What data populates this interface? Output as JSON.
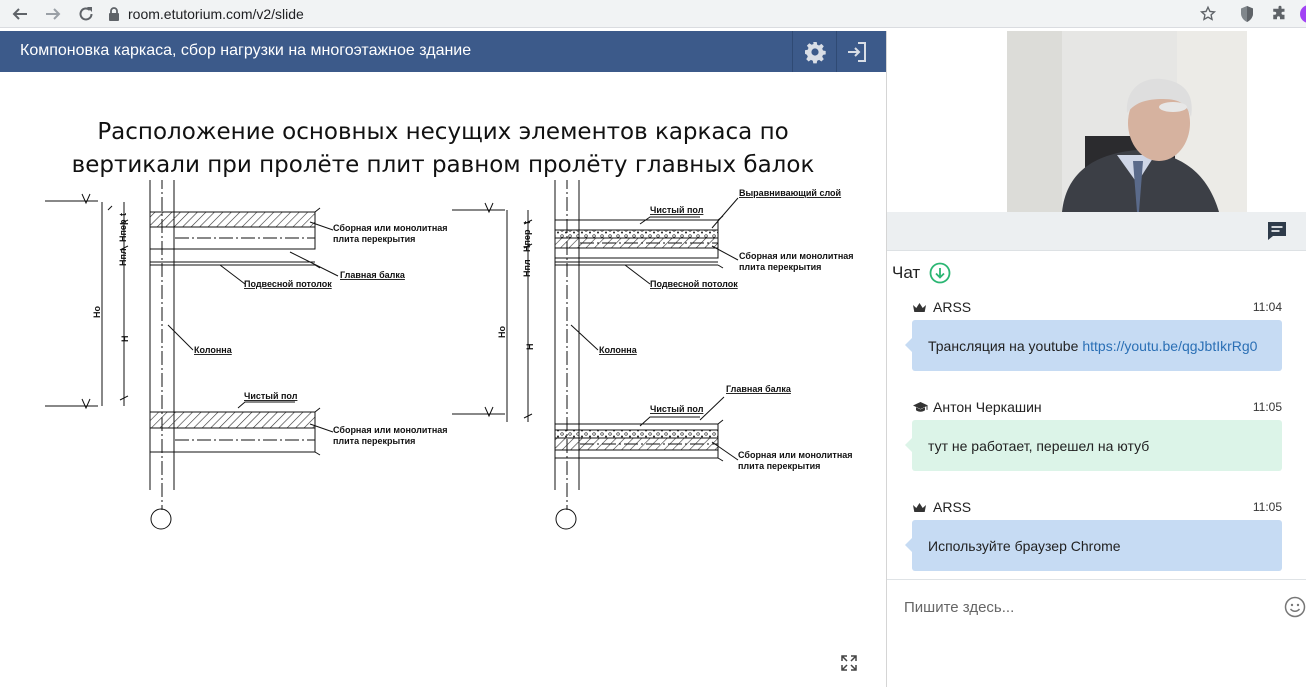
{
  "browser": {
    "url": "room.etutorium.com/v2/slide"
  },
  "topbar": {
    "title": "Компоновка каркаса, сбор нагрузки на многоэтажное здание"
  },
  "slide": {
    "title_line1": "Расположение основных несущих элементов каркаса по",
    "title_line2": "вертикали при пролёте плит равном пролёту главных балок",
    "left": {
      "dims": [
        "Ho",
        "Hпл",
        "Hпер",
        "t",
        "H"
      ],
      "labels": [
        "Сборная или монолитная",
        "плита перекрытия",
        "Главная балка",
        "Подвесной потолок",
        "Колонна",
        "Чистый пол",
        "Сборная или монолитная",
        "плита перекрытия"
      ]
    },
    "right": {
      "dims": [
        "Ho",
        "Hпл",
        "Hпер",
        "t",
        "H"
      ],
      "labels": [
        "Чистый пол",
        "Выравнивающий слой",
        "Сборная или монолитная",
        "плита перекрытия",
        "Подвесной потолок",
        "Колонна",
        "Чистый пол",
        "Главная балка",
        "Сборная или монолитная",
        "плита перекрытия"
      ]
    }
  },
  "chat": {
    "heading": "Чат",
    "messages": [
      {
        "author": "ARSS",
        "role_icon": "crown-icon",
        "time": "11:04",
        "text": "Трансляция на youtube",
        "link": "https://youtu.be/qgJbtIkrRg0",
        "color": "#c6dbf3"
      },
      {
        "author": "Антон Черкашин",
        "role_icon": "graduation-cap-icon",
        "time": "11:05",
        "text": "тут не работает, перешел на ютуб",
        "link": "",
        "color": "#dcf4e8"
      },
      {
        "author": "ARSS",
        "role_icon": "crown-icon",
        "time": "11:05",
        "text": "Используйте браузер Chrome",
        "link": "",
        "color": "#c6dbf3"
      }
    ],
    "input_placeholder": "Пишите здесь..."
  },
  "colors": {
    "topbar": "#3c5a8a",
    "own_bubble": "#c6dbf3",
    "other_bubble": "#dcf4e8",
    "download_icon": "#2bb673"
  }
}
